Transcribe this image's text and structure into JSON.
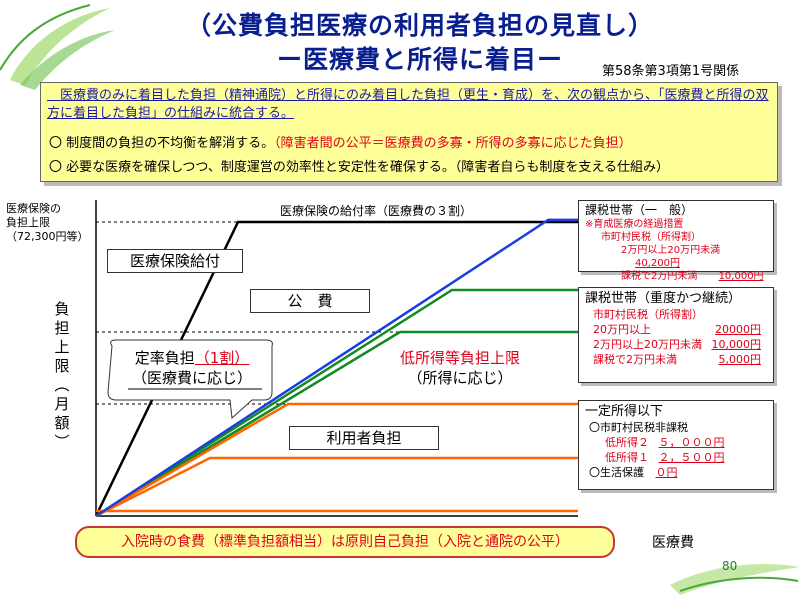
{
  "title": {
    "line1": "（公費負担医療の利用者負担の見直し）",
    "line2": "ー医療費と所得に着目ー"
  },
  "clause": "第58条第3項第1号関係",
  "summary": {
    "intro": "　医療費のみに着目した負担（精神通院）と所得にのみ着目した負担（更生・育成）を、次の観点から、「医療費と所得の双方に着目した負担」の仕組みに統合する。",
    "bullet1_mark": "〇",
    "bullet1_text": "制度間の負担の不均衡を解消する。",
    "bullet1_red": "（障害者間の公平＝医療費の多寡・所得の多寡に応じた負担）",
    "bullet2_mark": "〇",
    "bullet2_text": "必要な医療を確保しつつ、制度運営の効率性と安定性を確保する。（障害者自らも制度を支える仕組み）"
  },
  "chart": {
    "ylabel_top": "医療保険の\n負担上限\n（72,300円等）",
    "ylabel_vertical": "負担上限（月額）",
    "insurance_rate_label": "医療保険の給付率（医療費の３割）",
    "insurance_benefit": "医療保険給付",
    "public_expense": "公　費",
    "user_burden": "利用者負担",
    "fixed_rate_line1": "定率負担",
    "fixed_rate_red": "（1割）",
    "fixed_rate_line2": "（医療費に応じ）",
    "low_income_line1": "低所得等負担上限",
    "low_income_line2": "（所得に応じ）",
    "xlabel": "医療費",
    "colors": {
      "black": "#000000",
      "blue": "#1a3fe0",
      "green": "#138a1e",
      "orange": "#ff6600"
    }
  },
  "right_boxes": {
    "general": {
      "title": "課税世帯（一　般）",
      "note": "※育成医療の経過措置",
      "sub": "市町村民税（所得割）",
      "r1_label": "2万円以上20万円未満",
      "r1_value": "40,200円",
      "r2_label": "課税で2万円未満",
      "r2_value": "10,000円"
    },
    "severe": {
      "title": "課税世帯（重度かつ継続）",
      "sub": "市町村民税（所得割）",
      "r1_label": "20万円以上",
      "r1_value": "20000円",
      "r2_label": "2万円以上20万円未満",
      "r2_value": "10,000円",
      "r3_label": "課税で2万円未満",
      "r3_value": "5,000円"
    },
    "low": {
      "title": "一定所得以下",
      "r1": "〇市町村民税非課税",
      "r2_label": "低所得２",
      "r2_value": "５，０００円",
      "r3_label": "低所得１",
      "r3_value": "２，５００円",
      "r4_label": "〇生活保護",
      "r4_value": "０円"
    }
  },
  "bottom_note": "入院時の食費（標準負担額相当）は原則自己負担（入院と通院の公平）",
  "page_number": "80"
}
